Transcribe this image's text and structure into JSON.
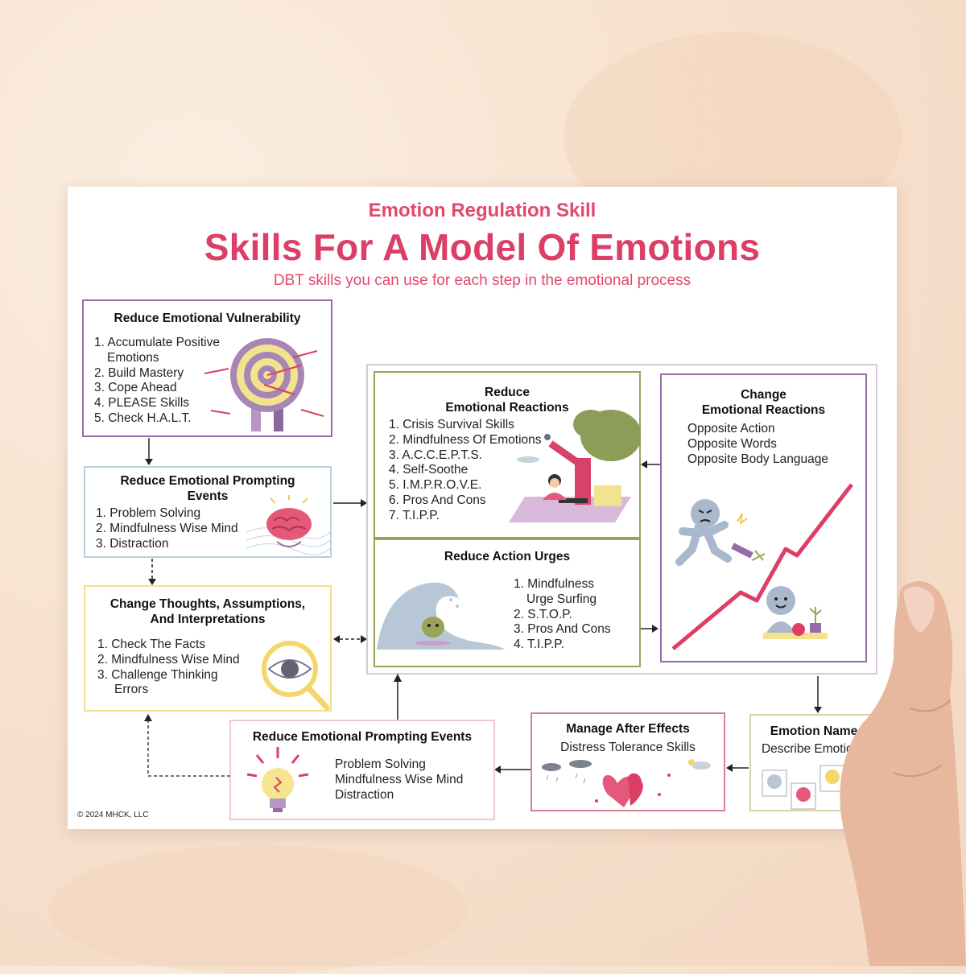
{
  "header": {
    "kicker": "Emotion Regulation Skill",
    "title": "Skills For A Model Of Emotions",
    "tagline": "DBT skills you can use for each step in the emotional process"
  },
  "boxes": {
    "vulnerability": {
      "title": "Reduce Emotional Vulnerability",
      "items": [
        "1.  Accumulate Positive",
        "Emotions",
        "2. Build Mastery",
        "3. Cope Ahead",
        "4. PLEASE Skills",
        "5. Check H.A.L.T."
      ],
      "icon": "target-icon"
    },
    "prompting_top": {
      "title": "Reduce Emotional Prompting",
      "title2": "Events",
      "items": [
        "1.  Problem Solving",
        "2. Mindfulness Wise Mind",
        "3. Distraction"
      ],
      "icon": "brain-icon"
    },
    "thoughts": {
      "title": "Change Thoughts, Assumptions,",
      "title2": "And Interpretations",
      "items": [
        "1.   Check The Facts",
        "2.  Mindfulness Wise Mind",
        "3.  Challenge Thinking",
        "Errors"
      ],
      "icon": "magnifier-eye-icon"
    },
    "reactions_reduce": {
      "title": "Reduce",
      "title2": "Emotional Reactions",
      "items": [
        "1.  Crisis Survival Skills",
        "2. Mindfulness Of Emotions",
        "3. A.C.C.E.P.T.S.",
        "4. Self-Soothe",
        "5. I.M.P.R.O.V.E.",
        "6. Pros And Cons",
        "7. T.I.P.P."
      ],
      "icon": "picnic-tree-icon"
    },
    "urges": {
      "title": "Reduce Action Urges",
      "items": [
        "1.  Mindfulness",
        "Urge Surfing",
        "2. S.T.O.P.",
        "3. Pros And Cons",
        "4. T.I.P.P."
      ],
      "icon": "wave-surfer-icon"
    },
    "reactions_change": {
      "title": "Change",
      "title2": "Emotional Reactions",
      "items": [
        "Opposite Action",
        "Opposite Words",
        "Opposite Body Language"
      ],
      "icon": "angry-calm-figures-icon"
    },
    "prompting_bottom": {
      "title": "Reduce Emotional Prompting Events",
      "items": [
        "Problem Solving",
        "Mindfulness Wise Mind",
        "Distraction"
      ],
      "icon": "lightbulb-icon"
    },
    "after_effects": {
      "title": "Manage After Effects",
      "subtitle": "Distress Tolerance Skills",
      "icon": "hearts-clouds-icon"
    },
    "emotion_name": {
      "title": "Emotion Name",
      "subtitle": "Describe Emotions",
      "icon": "emoji-photos-icon"
    }
  },
  "footer": {
    "copyright": "© 2024 MHCK, LLC"
  },
  "colors": {
    "pink": "#dc3e66",
    "purple": "#9a6aa6",
    "olive": "#9aa356",
    "lightblue": "#b9cfd9",
    "yellow": "#f2e08f",
    "lightpurple": "#d8c6df",
    "lightpink": "#f0c8d2",
    "rose": "#d97f95",
    "lightgreen": "#cfd8a6"
  }
}
